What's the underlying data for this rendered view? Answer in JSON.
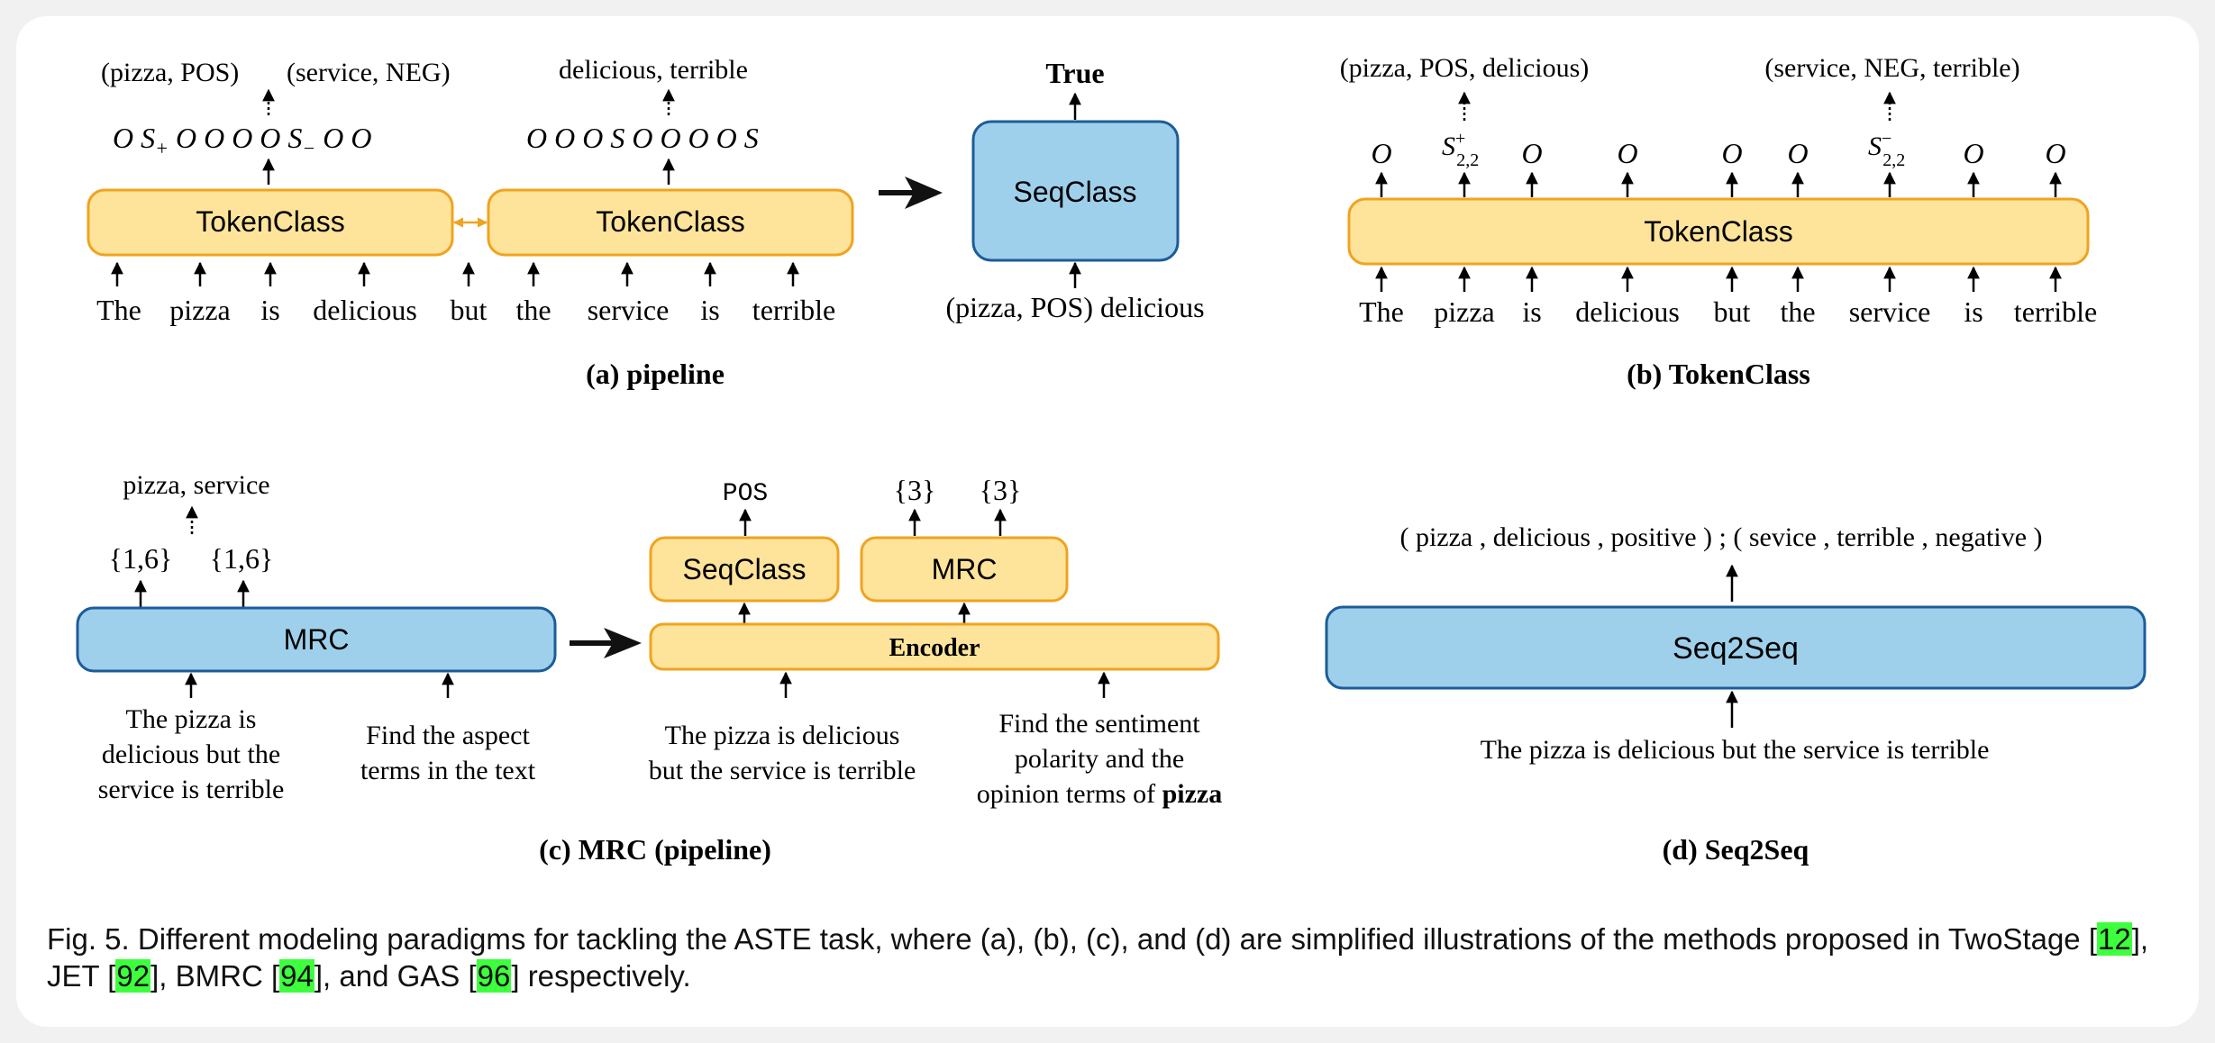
{
  "panel_a": {
    "caption": "(a) pipeline",
    "output_pair_1": "(pizza, POS)",
    "output_pair_2": "(service, NEG)",
    "output_opinions": "delicious, terrible",
    "tags_1": "O S+ O O O O S− O O",
    "tags_2": "O O O S O O O O S",
    "box_1": "TokenClass",
    "box_2": "TokenClass",
    "box_3": "SeqClass",
    "seqclass_output": "True",
    "seqclass_input": "(pizza, POS)  delicious",
    "words": [
      "The",
      "pizza",
      "is",
      "delicious",
      "but",
      "the",
      "service",
      "is",
      "terrible"
    ]
  },
  "panel_b": {
    "caption": "(b) TokenClass",
    "output_1": "(pizza, POS, delicious)",
    "output_2": "(service, NEG, terrible)",
    "tags": [
      "O",
      "S+2,2",
      "O",
      "O",
      "O",
      "O",
      "S−2,2",
      "O",
      "O"
    ],
    "box": "TokenClass",
    "words": [
      "The",
      "pizza",
      "is",
      "delicious",
      "but",
      "the",
      "service",
      "is",
      "terrible"
    ]
  },
  "panel_c": {
    "caption": "(c) MRC (pipeline)",
    "aspect_output": "pizza, service",
    "span_1": "{1,6}",
    "span_2": "{1,6}",
    "mrc_box": "MRC",
    "input_text": [
      "The pizza is",
      "delicious but the",
      "service is terrible"
    ],
    "input_query": [
      "Find the aspect",
      "terms in the text"
    ],
    "seqclass_output": "POS",
    "mrc_span_1": "{3}",
    "mrc_span_2": "{3}",
    "seqclass_box": "SeqClass",
    "mrc_box_2": "MRC",
    "encoder_box": "Encoder",
    "encoder_text": [
      "The pizza is delicious",
      "but the service is terrible"
    ],
    "encoder_query": [
      "Find the sentiment",
      "polarity and the",
      "opinion terms of "
    ],
    "encoder_query_bold": "pizza"
  },
  "panel_d": {
    "caption": "(d) Seq2Seq",
    "output": "( pizza , delicious , positive ) ; ( sevice , terrible , negative )",
    "box": "Seq2Seq",
    "input": "The pizza is delicious but the service is terrible"
  },
  "caption": {
    "prefix": "Fig. 5. Different modeling paradigms for tackling the ASTE task, where (a), (b), (c), and (d) are simplified illustrations of the methods proposed in TwoStage [",
    "cite_1": "12",
    "mid_1": "], JET [",
    "cite_2": "92",
    "mid_2": "], BMRC [",
    "cite_3": "94",
    "mid_3": "], and GAS [",
    "cite_4": "96",
    "suffix": "] respectively."
  },
  "colors": {
    "background": "#f1f1f1",
    "card": "#ffffff",
    "orange_fill": "#fde49a",
    "orange_stroke": "#f0a320",
    "blue_fill": "#9fd0eb",
    "blue_stroke": "#1c5c99",
    "citation_highlight": "#3dff3d"
  }
}
